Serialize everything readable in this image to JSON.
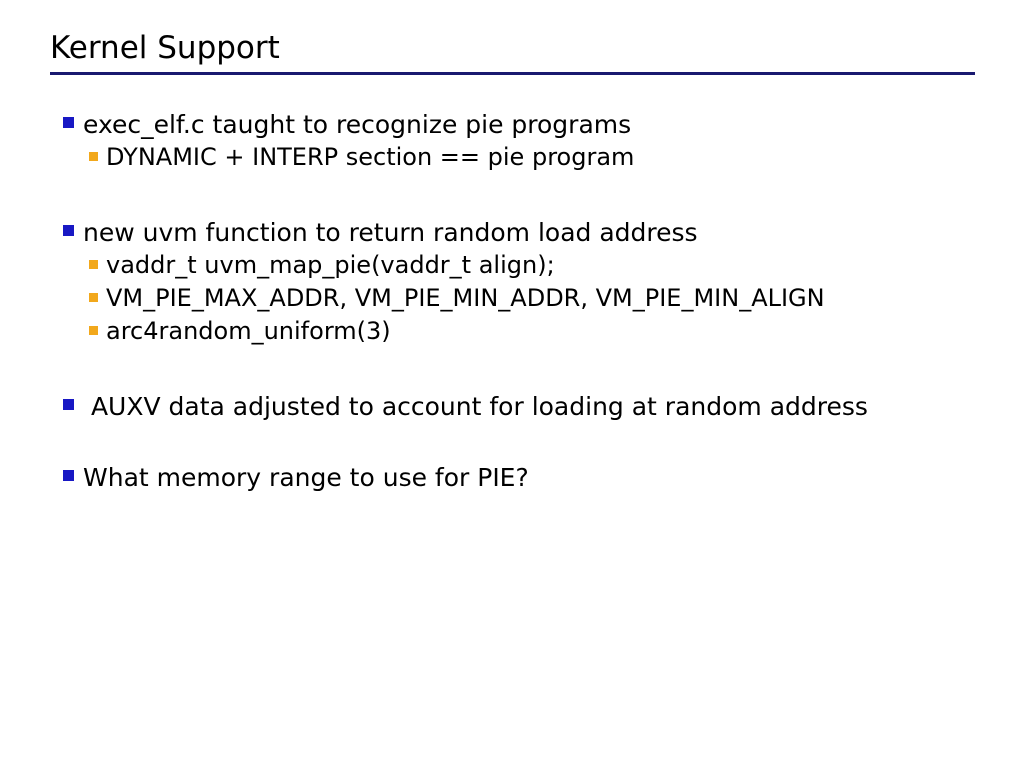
{
  "slide": {
    "title": "Kernel Support",
    "background_color": "#FFFFFF",
    "title_color": "#000000",
    "title_rule_color": "#191970",
    "level1_bullet_color": "#1818C4",
    "level2_bullet_color": "#F2A81C",
    "body_text_color": "#000000",
    "bullet_glyph": "square-bullet"
  },
  "content": {
    "groups": [
      {
        "lines": [
          {
            "level": 1,
            "text": "exec_elf.c taught to recognize pie programs"
          },
          {
            "level": 2,
            "text": "DYNAMIC + INTERP section == pie program"
          }
        ]
      },
      {
        "lines": [
          {
            "level": 1,
            "text": "new uvm function to return random load address"
          },
          {
            "level": 2,
            "text": "vaddr_t uvm_map_pie(vaddr_t align);"
          },
          {
            "level": 2,
            "text": "VM_PIE_MAX_ADDR, VM_PIE_MIN_ADDR, VM_PIE_MIN_ALIGN"
          },
          {
            "level": 2,
            "text": "arc4random_uniform(3)"
          }
        ]
      },
      {
        "lines": [
          {
            "level": 1,
            "text": " AUXV data adjusted to account for loading at random address"
          }
        ]
      },
      {
        "lines": [
          {
            "level": 1,
            "text": "What memory range to use for PIE?"
          }
        ]
      }
    ]
  }
}
